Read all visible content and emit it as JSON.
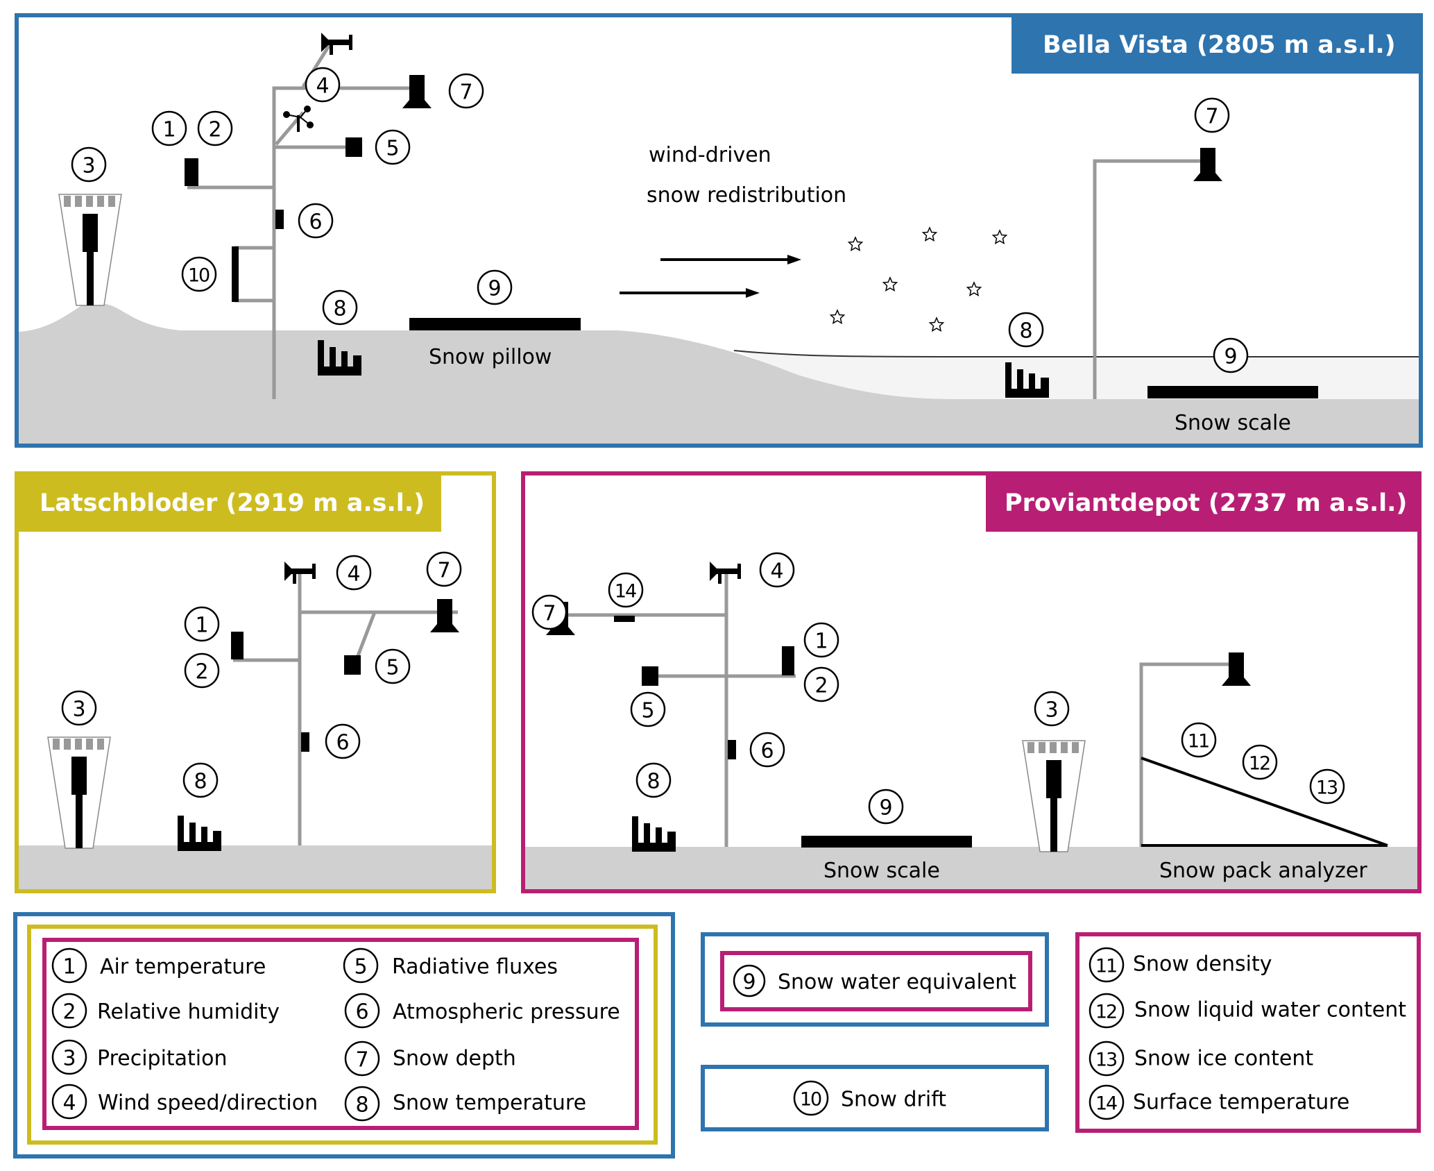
{
  "colors": {
    "bella_vista": "#2e74ae",
    "latschbloder": "#cdbc20",
    "proviantdepot": "#b81f74",
    "ground": "#d0d0d0",
    "snow_cover": "#f4f4f4",
    "mast": "#999999"
  },
  "stations": {
    "bella_vista": {
      "title": "Bella Vista (2805 m a.s.l.)",
      "annotation_line1": "wind-driven",
      "annotation_line2": "snow redistribution",
      "snow_pillow_label": "Snow pillow",
      "snow_scale_label": "Snow scale",
      "markers": [
        "1",
        "2",
        "3",
        "4",
        "5",
        "6",
        "7",
        "8",
        "9",
        "10",
        "7",
        "8",
        "9"
      ]
    },
    "latschbloder": {
      "title": "Latschbloder (2919 m a.s.l.)",
      "markers": [
        "1",
        "2",
        "3",
        "4",
        "5",
        "6",
        "7",
        "8"
      ]
    },
    "proviantdepot": {
      "title": "Proviantdepot (2737 m a.s.l.)",
      "snow_scale_label": "Snow scale",
      "snow_pack_analyzer_label": "Snow pack analyzer",
      "markers": [
        "1",
        "2",
        "3",
        "4",
        "5",
        "6",
        "7",
        "8",
        "9",
        "11",
        "12",
        "13",
        "14"
      ]
    }
  },
  "legend": {
    "common": [
      {
        "num": "1",
        "label": "Air temperature"
      },
      {
        "num": "2",
        "label": "Relative humidity"
      },
      {
        "num": "3",
        "label": "Precipitation"
      },
      {
        "num": "4",
        "label": "Wind speed/direction"
      },
      {
        "num": "5",
        "label": "Radiative fluxes"
      },
      {
        "num": "6",
        "label": "Atmospheric pressure"
      },
      {
        "num": "7",
        "label": "Snow depth"
      },
      {
        "num": "8",
        "label": "Snow temperature"
      }
    ],
    "swe": {
      "num": "9",
      "label": "Snow water equivalent"
    },
    "drift": {
      "num": "10",
      "label": "Snow drift"
    },
    "proviantdepot_only": [
      {
        "num": "11",
        "label": "Snow density"
      },
      {
        "num": "12",
        "label": "Snow liquid water content"
      },
      {
        "num": "13",
        "label": "Snow ice content"
      },
      {
        "num": "14",
        "label": "Surface temperature"
      }
    ]
  }
}
